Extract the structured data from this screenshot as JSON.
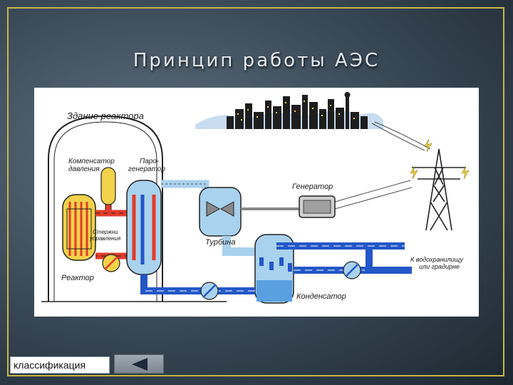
{
  "title": "Принцип работы АЭС",
  "diagram": {
    "labels": {
      "building": "Здание реактора",
      "pressurizer_1": "Компенсатор",
      "pressurizer_2": "давления",
      "steamgen_1": "Паро-",
      "steamgen_2": "генератор",
      "rods_1": "Стержни",
      "rods_2": "управления",
      "reactor": "Реактор",
      "turbine": "Турбина",
      "generator": "Генератор",
      "condenser": "Конденсатор",
      "reservoir_1": "К водохранилищу",
      "reservoir_2": "или градирне"
    },
    "icons": [
      "city-skyline-icon",
      "power-pylon-icon",
      "lightning-icon",
      "pump-icon",
      "turbine-icon",
      "generator-icon"
    ]
  },
  "nav": {
    "classification_label": "классификация",
    "back_button_icon": "left-arrow-icon"
  }
}
